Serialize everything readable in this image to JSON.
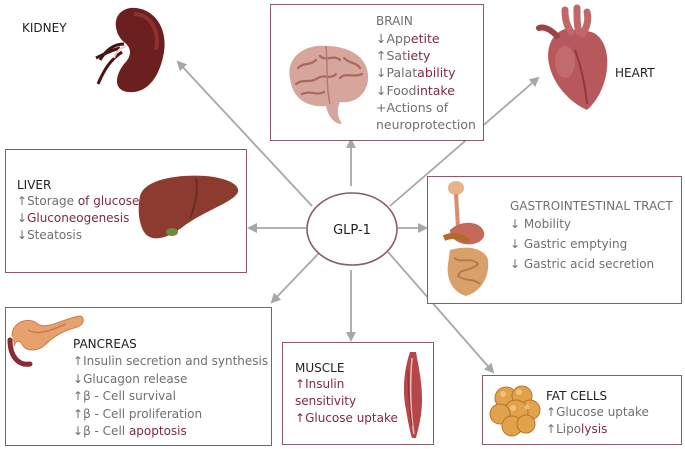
{
  "center": {
    "label": "GLP-1"
  },
  "colors": {
    "border": "#8a5a66",
    "highlight": "#7d2a40",
    "text": "#6f6f73",
    "arrow": "#a7a7a7"
  },
  "kidney": {
    "title": "KIDNEY",
    "icon": "kidney-icon"
  },
  "heart": {
    "title": "HEART",
    "icon": "heart-icon"
  },
  "brain": {
    "title": "BRAIN",
    "icon": "brain-icon",
    "lines": [
      {
        "arrow": "↓",
        "plain": "App",
        "hl": "etite"
      },
      {
        "arrow": "↑",
        "plain": "Sat",
        "hl": "iety"
      },
      {
        "arrow": "↓",
        "plain": "Palat",
        "hl": "ability"
      },
      {
        "arrow": "↓",
        "plain": "Food",
        "hl": "intake"
      },
      {
        "arrow": "+",
        "plain": "Actions of",
        "hl": ""
      },
      {
        "arrow": "",
        "plain": "neuroprotection",
        "hl": ""
      }
    ]
  },
  "liver": {
    "title": "LIVER",
    "icon": "liver-icon",
    "lines": [
      {
        "arrow": "↑",
        "plain": "Storage ",
        "hl": "of glucose"
      },
      {
        "arrow": "↓",
        "plain": "",
        "hl": "Gluconeogenesis"
      },
      {
        "arrow": "↓",
        "plain": "Steatosis",
        "hl": ""
      }
    ]
  },
  "gi": {
    "title": "GASTROINTESTINAL TRACT",
    "icon": "digestive-tract-icon",
    "lines": [
      {
        "arrow": "↓",
        "plain": " Mobility",
        "hl": ""
      },
      {
        "arrow": "↓",
        "plain": " Gastric emptying",
        "hl": ""
      },
      {
        "arrow": "↓",
        "plain": " Gastric acid secretion",
        "hl": ""
      }
    ]
  },
  "pancreas": {
    "title": "PANCREAS",
    "icon": "pancreas-icon",
    "lines": [
      {
        "arrow": "↑",
        "plain": "Insulin secretion and synthesis",
        "hl": ""
      },
      {
        "arrow": "↓",
        "plain": "Glucagon release",
        "hl": ""
      },
      {
        "arrow": "↑",
        "plain": "β - Cell survival",
        "hl": ""
      },
      {
        "arrow": "↑",
        "plain": "β - Cell proliferation",
        "hl": ""
      },
      {
        "arrow": "↓",
        "plain": "β - Cell ",
        "hl": "apoptosis"
      }
    ]
  },
  "muscle": {
    "title": "MUSCLE",
    "icon": "muscle-icon",
    "lines": [
      {
        "arrow": "↑",
        "plain": "",
        "hl": "Insulin"
      },
      {
        "arrow": "",
        "plain": "",
        "hl": "sensitivity"
      },
      {
        "arrow": "↑",
        "plain": "",
        "hl": "Glucose uptake"
      }
    ]
  },
  "fat": {
    "title": "FAT CELLS",
    "icon": "fat-cells-icon",
    "lines": [
      {
        "arrow": "↑",
        "plain": "Glucose uptake",
        "hl": ""
      },
      {
        "arrow": "↑",
        "plain": "Lipo",
        "hl": "lysis"
      }
    ]
  }
}
